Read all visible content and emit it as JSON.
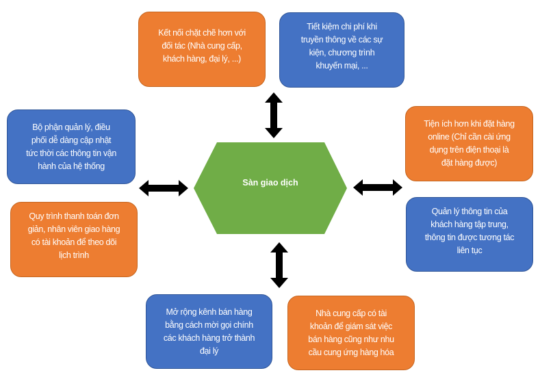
{
  "center": {
    "label": "Sàn giao dịch",
    "color": "#70ad47"
  },
  "colors": {
    "orange": "#ed7d31",
    "blue": "#4472c4",
    "arrow": "#000000"
  },
  "boxes": [
    {
      "lines": [
        "Kết nối chặt chẽ hơn với",
        "đối tác (Nhà cung cấp,",
        "khách hàng, đại lý, ...)"
      ]
    },
    {
      "lines": [
        "Tiết kiệm chi phí khi",
        "truyền thông về các sự",
        "kiện, chương trình",
        "khuyến mại, ..."
      ]
    },
    {
      "lines": [
        "Bộ phận quản lý, điều",
        "phối dễ dàng cập nhật",
        "tức thời các thông tin vận",
        "hành của hệ thống"
      ]
    },
    {
      "lines": [
        "Tiện ích hơn khi đặt hàng",
        "online (Chỉ cần cài ứng",
        "dụng trên điện thoại là",
        "đặt hàng được)"
      ]
    },
    {
      "lines": [
        "Quy trình thanh toán đơn",
        "giản, nhân viên giao hàng",
        "có tài khoản để theo dõi",
        "lịch trình"
      ]
    },
    {
      "lines": [
        "Quản lý thông tin của",
        "khách hàng tập trung,",
        "thông tin được tương tác",
        "liên tục"
      ]
    },
    {
      "lines": [
        "Mở rộng kênh bán hàng",
        "bằng cách mời gọi chính",
        "các khách hàng trở thành",
        "đại lý"
      ]
    },
    {
      "lines": [
        "Nhà cung cấp có tài",
        "khoản để giám sát việc",
        "bán hàng cũng như nhu",
        "cầu cung ứng hàng hóa"
      ]
    }
  ]
}
